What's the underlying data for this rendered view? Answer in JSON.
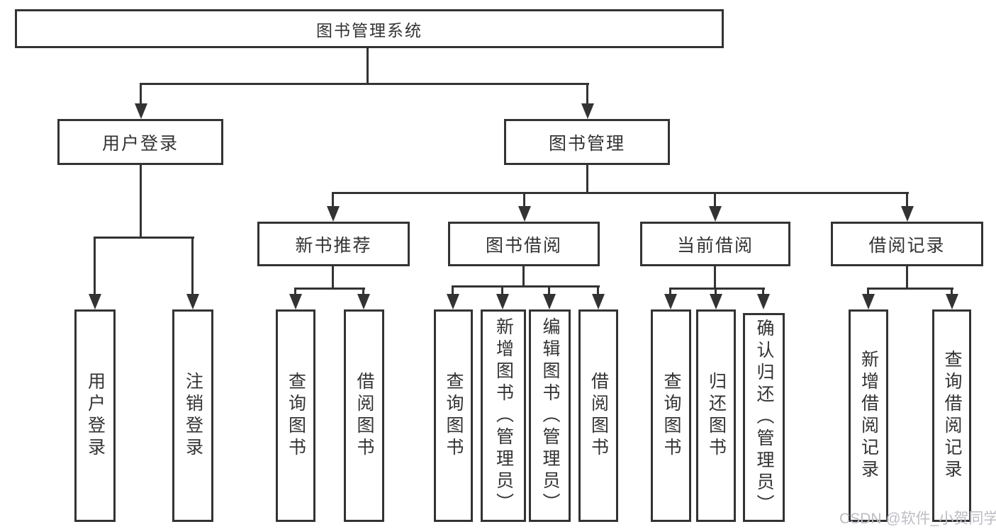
{
  "diagram": {
    "root": "图书管理系统",
    "level2": {
      "user_login": "用户登录",
      "book_management": "图书管理"
    },
    "level3": {
      "new_book_recommend": "新书推荐",
      "book_borrow": "图书借阅",
      "current_borrow": "当前借阅",
      "borrow_records": "借阅记录"
    },
    "leaves": {
      "user_login": "用户登录",
      "logout": "注销登录",
      "nb_query_book": "查询图书",
      "nb_borrow_book": "借阅图书",
      "bb_query_book": "查询图书",
      "bb_add_book": "新增图书（管理员）",
      "bb_edit_book": "编辑图书（管理员）",
      "bb_borrow_book": "借阅图书",
      "cb_query_book": "查询图书",
      "cb_return_book": "归还图书",
      "cb_confirm_return": "确认归还（管理员）",
      "br_add_record": "新增借阅记录",
      "br_query_record": "查询借阅记录"
    },
    "line_color": "#333333"
  },
  "watermark": "CSDN @软件_小贺同学"
}
